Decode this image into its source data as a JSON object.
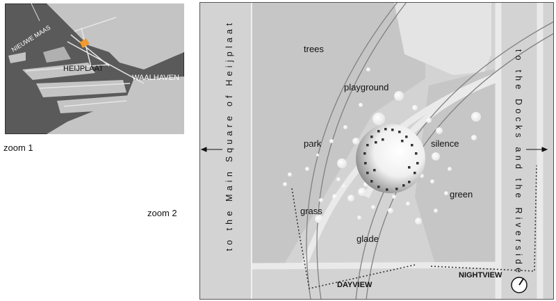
{
  "zoom1": {
    "caption": "zoom 1",
    "labels": {
      "river": "NIEUWE MAAS",
      "district": "HEIJPLAAT",
      "harbour": "WAALHAVEN"
    },
    "colors": {
      "water": "#5a5a5a",
      "land": "#c4c4c4",
      "marker": "#f29a2e"
    }
  },
  "zoom2": {
    "caption": "zoom 2",
    "left_direction": "to the Main Square of Heijplaat",
    "right_direction": "to the Docks and the Riverside",
    "places": {
      "trees": "trees",
      "playground": "playground",
      "park": "park",
      "silence": "silence",
      "green": "green",
      "grass": "grass",
      "glade": "glade"
    },
    "dayview": "DAYVIEW",
    "nightview": "NIGHTVIEW",
    "colors": {
      "background": "#d3d3d3",
      "ground": "#c6c6c6",
      "path": "#e9e9e9",
      "track": "#808080"
    }
  }
}
